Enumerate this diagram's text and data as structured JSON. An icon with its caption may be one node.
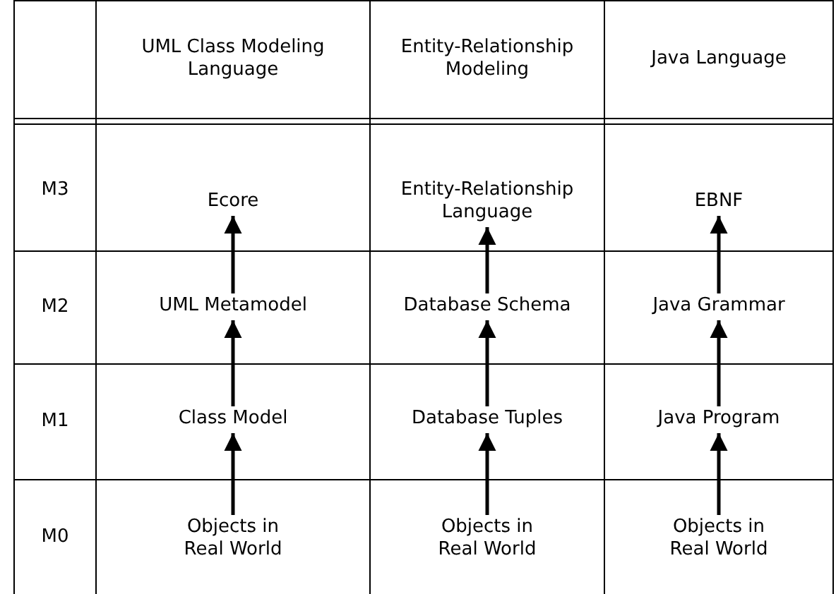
{
  "diagram": {
    "nodes": [
      {
        "text": [
          "Ecore"
        ]
      },
      {
        "text": [
          "Entity-Relationship Language"
        ]
      },
      {
        "text": [
          "EBNF"
        ]
      },
      {
        "text": [
          "UML Metamodel"
        ]
      },
      {
        "text": [
          "Database Schema"
        ]
      },
      {
        "text": [
          "Java Grammar"
        ]
      },
      {
        "text": [
          "Class Model"
        ]
      },
      {
        "text": [
          "Database Tuples"
        ]
      },
      {
        "text": [
          "Java Program"
        ]
      },
      {
        "text": [
          "Objects in Real World"
        ]
      },
      {
        "text": [
          "Objects in Real World"
        ]
      },
      {
        "text": [
          "Objects in Real World"
        ]
      }
    ],
    "edges": [
      {
        "from": 3,
        "to": 0,
        "arrow": "to"
      },
      {
        "from": 4,
        "to": 1,
        "arrow": "to"
      },
      {
        "from": 5,
        "to": 2,
        "arrow": "to"
      },
      {
        "from": 6,
        "to": 3,
        "arrow": "to"
      },
      {
        "from": 7,
        "to": 4,
        "arrow": "to"
      },
      {
        "from": 8,
        "to": 5,
        "arrow": "to"
      },
      {
        "from": 9,
        "to": 6,
        "arrow": "to"
      },
      {
        "from": 10,
        "to": 7,
        "arrow": "to"
      },
      {
        "from": 11,
        "to": 8,
        "arrow": "to"
      }
    ],
    "labels": [
      "UML Class Modeling Language",
      "Entity-Relationship Modeling",
      "Java Language",
      "M3",
      "M2",
      "M1",
      "M0"
    ]
  }
}
